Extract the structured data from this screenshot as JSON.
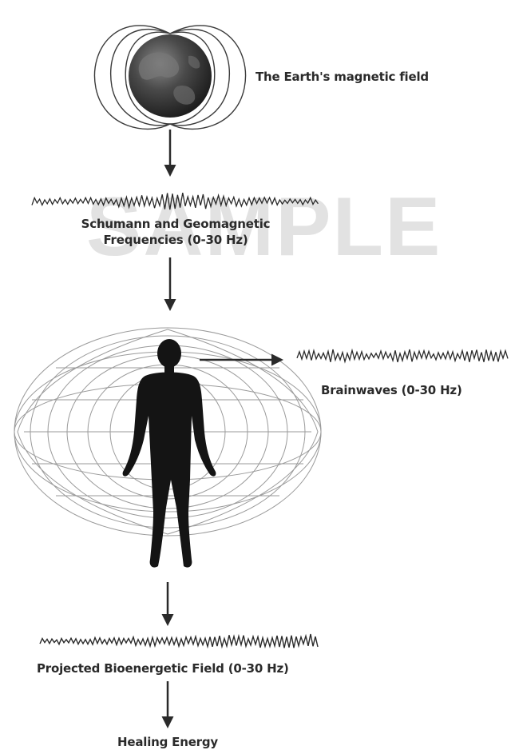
{
  "labels": {
    "earth_field": "The Earth's magnetic field",
    "schumann_line1": "Schumann and Geomagnetic",
    "schumann_line2": "Frequencies (0-30 Hz)",
    "brainwaves": "Brainwaves (0-30 Hz)",
    "projected_field": "Projected Bioenergetic Field (0-30 Hz)",
    "healing": "Healing Energy"
  },
  "watermark": "SAMPLE",
  "colors": {
    "ink": "#2a2a2a",
    "field_lines": "#9a9a9a",
    "globe_dark": "#2e2e2e",
    "watermark": "#e2e2e2"
  },
  "icons": [
    "earth-globe-icon",
    "human-silhouette-icon",
    "arrow-down-icon",
    "arrow-right-icon"
  ]
}
